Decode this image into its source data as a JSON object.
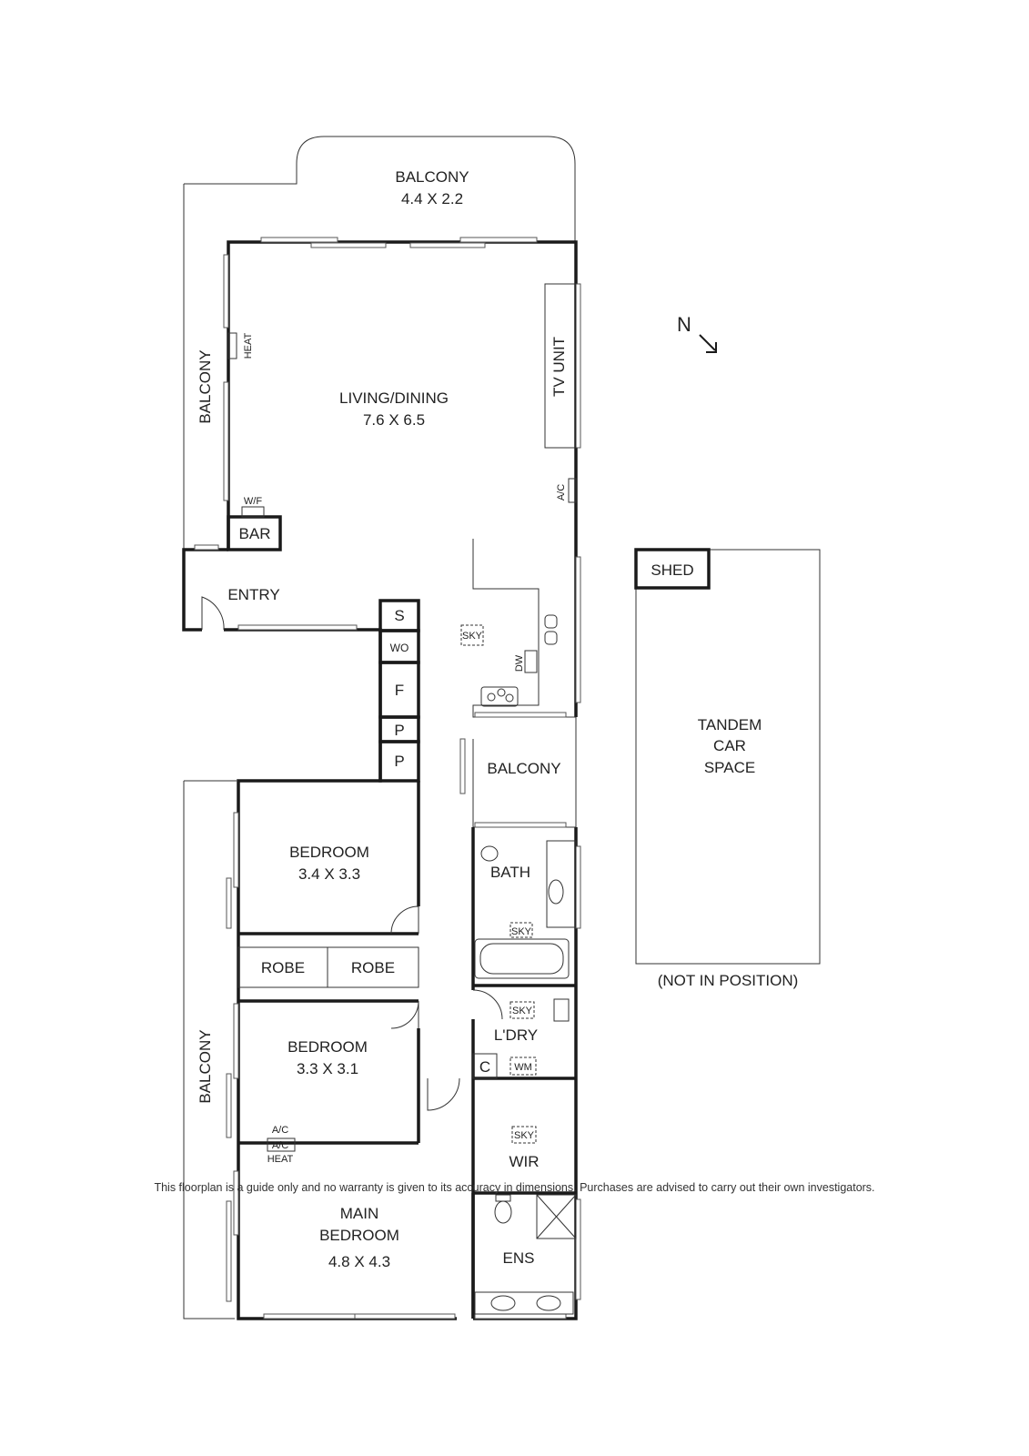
{
  "rooms": {
    "balcony_top": {
      "name": "BALCONY",
      "dims": "4.4 X 2.2"
    },
    "balcony_left_top": "BALCONY",
    "heat": "HEAT",
    "living": {
      "name": "LIVING/DINING",
      "dims": "7.6 X 6.5"
    },
    "tv_unit": "TV UNIT",
    "ac": "A/C",
    "wf": "W/F",
    "bar": "BAR",
    "entry": "ENTRY",
    "s": "S",
    "wo": "WO",
    "f": "F",
    "p1": "P",
    "p2": "P",
    "sky_kitchen": "SKY",
    "dw": "DW",
    "balcony_mid": "BALCONY",
    "bedroom1": {
      "name": "BEDROOM",
      "dims": "3.4 X 3.3"
    },
    "bath": "BATH",
    "sky_bath": "SKY",
    "robe1": "ROBE",
    "robe2": "ROBE",
    "bedroom2": {
      "name": "BEDROOM",
      "dims": "3.3 X 3.1"
    },
    "balcony_left_bottom": "BALCONY",
    "sky_ldry": "SKY",
    "ldry": "L'DRY",
    "c": "C",
    "wm": "WM",
    "ac_heat_top": "A/C",
    "ac_heat_mid": "A/C",
    "ac_heat_bottom": "HEAT",
    "sky_wir": "SKY",
    "wir": "WIR",
    "main_bedroom": {
      "name1": "MAIN",
      "name2": "BEDROOM",
      "dims": "4.8 X 4.3"
    },
    "ens": "ENS"
  },
  "compass": "N",
  "garage": {
    "shed": "SHED",
    "car_space": [
      "TANDEM",
      "CAR",
      "SPACE"
    ],
    "note": "(NOT IN POSITION)"
  },
  "disclaimer": "This floorplan is a guide only and no warranty is given to its accuracy in dimensions. Purchases are advised to carry out their own investigators."
}
